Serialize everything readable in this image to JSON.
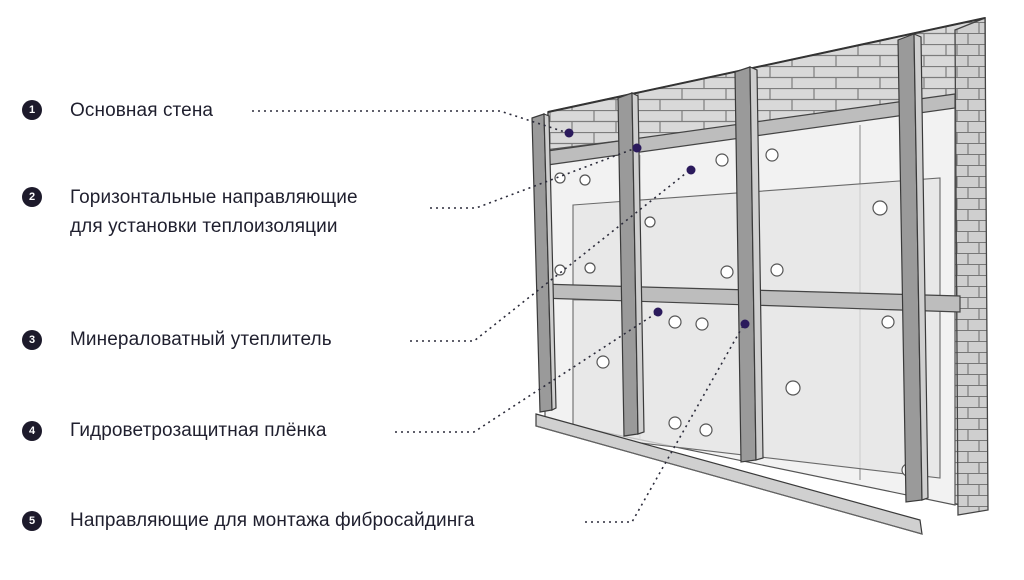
{
  "callouts": [
    {
      "number": "1",
      "lines": [
        "Основная стена"
      ]
    },
    {
      "number": "2",
      "lines": [
        "Горизонтальные направляющие",
        "для установки теплоизоляции"
      ]
    },
    {
      "number": "3",
      "lines": [
        "Минераловатный утеплитель"
      ]
    },
    {
      "number": "4",
      "lines": [
        "Гидроветрозащитная плёнка"
      ]
    },
    {
      "number": "5",
      "lines": [
        "Направляющие для монтажа фибросайдинга"
      ]
    }
  ],
  "colors": {
    "accent": "#2b1a5c",
    "badge": "#1d1a2b",
    "text": "#1f1f2e",
    "brick": "#d6d6d6",
    "insulation": "#efefef",
    "membrane": "#e2e2e2",
    "profile": "#8f8f8f"
  }
}
